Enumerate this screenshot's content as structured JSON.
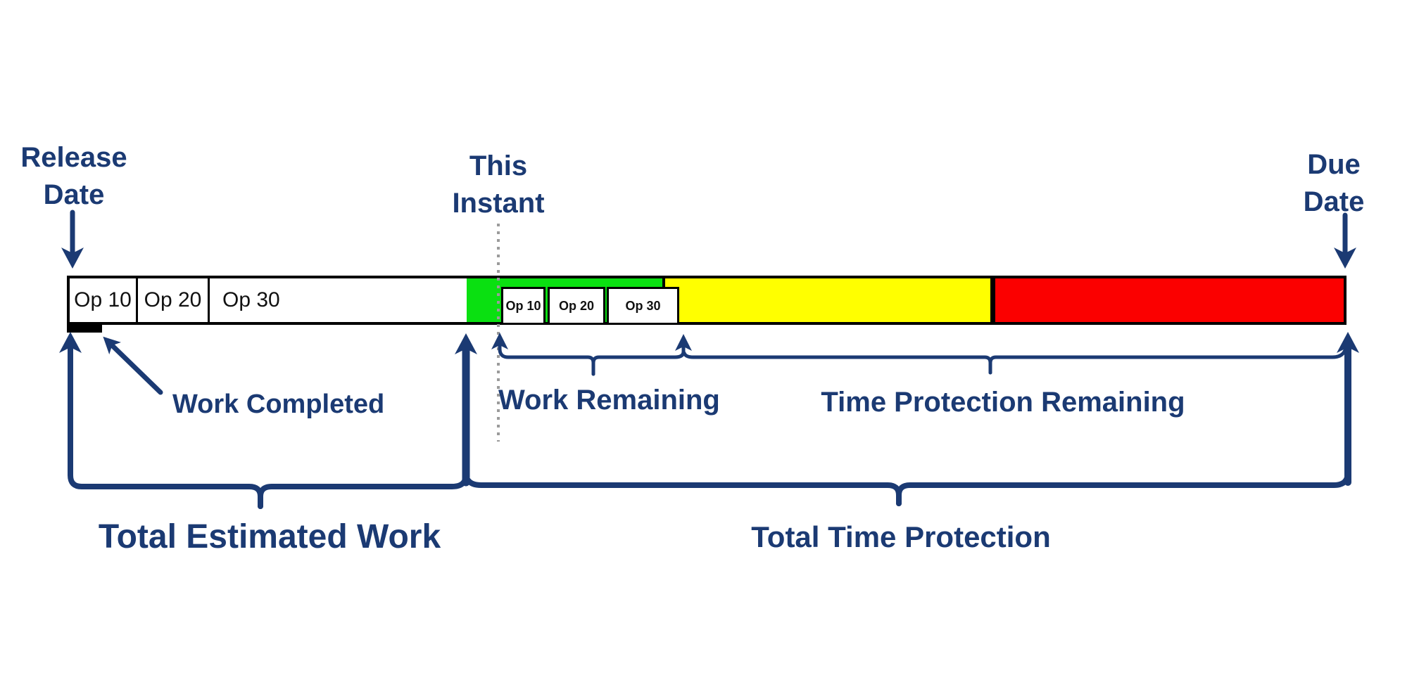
{
  "colors": {
    "navy": "#1b3a73",
    "green": "#0ae011",
    "yellow": "#ffff00",
    "red": "#fb0000",
    "black": "#000000",
    "gray": "#9b9b9b"
  },
  "timeline": {
    "release_label": "Release\nDate",
    "instant_label": "This\nInstant",
    "due_label": "Due\nDate",
    "estimated_ops": [
      "Op 10",
      "Op 20",
      "Op 30"
    ],
    "remaining_ops": [
      "Op 10",
      "Op 20",
      "Op 30"
    ],
    "annotations": {
      "work_completed": "Work Completed",
      "work_remaining": "Work Remaining",
      "time_protection_remaining": "Time Protection Remaining",
      "total_estimated_work": "Total Estimated Work",
      "total_time_protection": "Total Time Protection"
    }
  }
}
